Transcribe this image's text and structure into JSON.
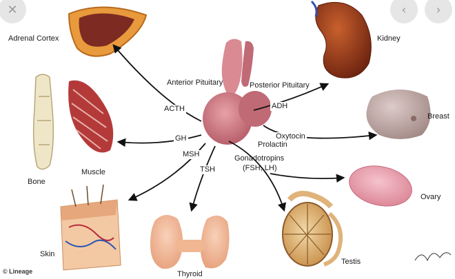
{
  "center": {
    "anterior_label": "Anterior Pituitary",
    "posterior_label": "Posterior Pituitary"
  },
  "hormones": {
    "acth": "ACTH",
    "gh": "GH",
    "msh": "MSH",
    "tsh": "TSH",
    "adh": "ADH",
    "oxytocin": "Oxytocin",
    "prolactin": "Prolactin",
    "gonadotropins_line1": "Gonadotropins",
    "gonadotropins_line2": "(FSH, LH)"
  },
  "targets": {
    "adrenal": "Adrenal Cortex",
    "kidney": "Kidney",
    "breast": "Breast",
    "ovary": "Ovary",
    "testis": "Testis",
    "thyroid": "Thyroid",
    "skin": "Skin",
    "muscle": "Muscle",
    "bone": "Bone"
  },
  "credit": "© Lineage",
  "overlay": {
    "left_icon": "close-icon",
    "right_icons": [
      "chevron-left-icon",
      "chevron-right-icon"
    ],
    "left_glyph": "✕",
    "prev_glyph": "‹",
    "next_glyph": "›"
  },
  "colors": {
    "pituitary": "#c9707a",
    "organ_red": "#8b2a1c",
    "muscle": "#b43a3a",
    "ovary": "#e79aa8",
    "arrow": "#111111"
  }
}
